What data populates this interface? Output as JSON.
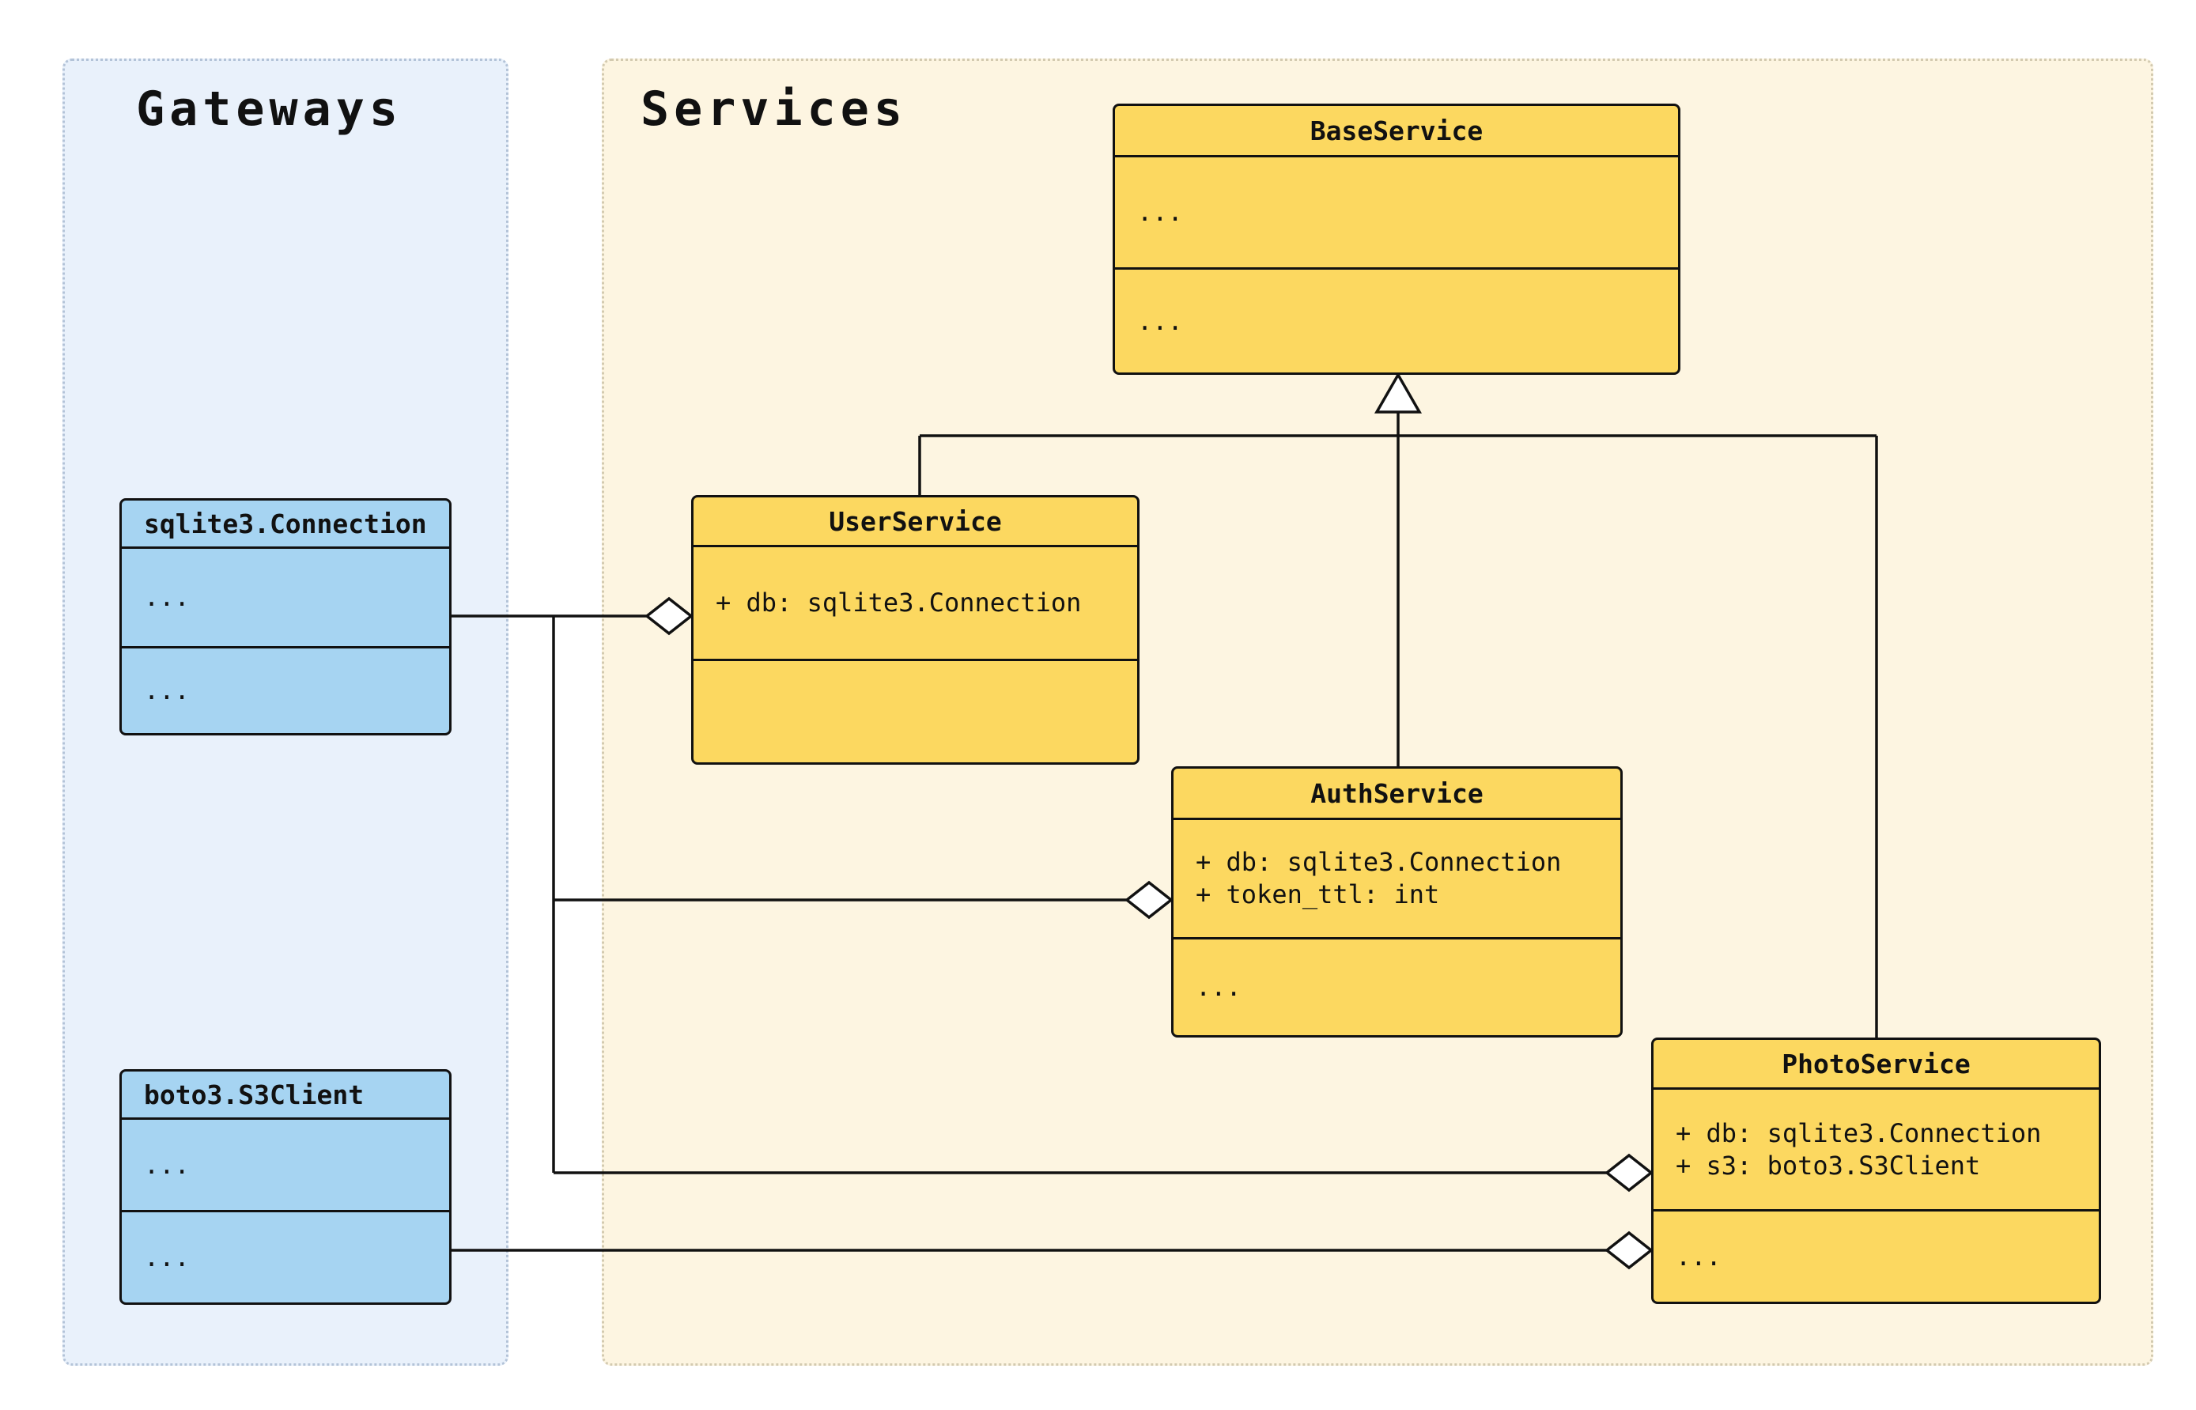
{
  "diagram": {
    "groups": {
      "gateways": {
        "title": "Gateways"
      },
      "services": {
        "title": "Services"
      }
    },
    "classes": {
      "sqlite3_connection": {
        "title": "sqlite3.Connection",
        "attributes": [
          "..."
        ],
        "methods": [
          "..."
        ]
      },
      "boto3_s3client": {
        "title": "boto3.S3Client",
        "attributes": [
          "..."
        ],
        "methods": [
          "..."
        ]
      },
      "base_service": {
        "title": "BaseService",
        "attributes": [
          "..."
        ],
        "methods": [
          "..."
        ]
      },
      "user_service": {
        "title": "UserService",
        "attributes": [
          "+ db: sqlite3.Connection"
        ],
        "methods": []
      },
      "auth_service": {
        "title": "AuthService",
        "attributes": [
          "+ db: sqlite3.Connection",
          "+ token_ttl: int"
        ],
        "methods": [
          "..."
        ]
      },
      "photo_service": {
        "title": "PhotoService",
        "attributes": [
          "+ db: sqlite3.Connection",
          "+ s3: boto3.S3Client"
        ],
        "methods": [
          "..."
        ]
      }
    },
    "relationships": [
      {
        "type": "inheritance",
        "from": "UserService",
        "to": "BaseService"
      },
      {
        "type": "inheritance",
        "from": "AuthService",
        "to": "BaseService"
      },
      {
        "type": "inheritance",
        "from": "PhotoService",
        "to": "BaseService"
      },
      {
        "type": "aggregation",
        "from": "sqlite3.Connection",
        "to": "UserService"
      },
      {
        "type": "aggregation",
        "from": "sqlite3.Connection",
        "to": "AuthService"
      },
      {
        "type": "aggregation",
        "from": "sqlite3.Connection",
        "to": "PhotoService"
      },
      {
        "type": "aggregation",
        "from": "boto3.S3Client",
        "to": "PhotoService"
      }
    ],
    "colors": {
      "gateway_class_fill": "#a6d4f2",
      "service_class_fill": "#fcd860",
      "gateways_panel_bg": "#e9f1fb",
      "services_panel_bg": "#fdf5e1",
      "stroke": "#111111"
    }
  }
}
